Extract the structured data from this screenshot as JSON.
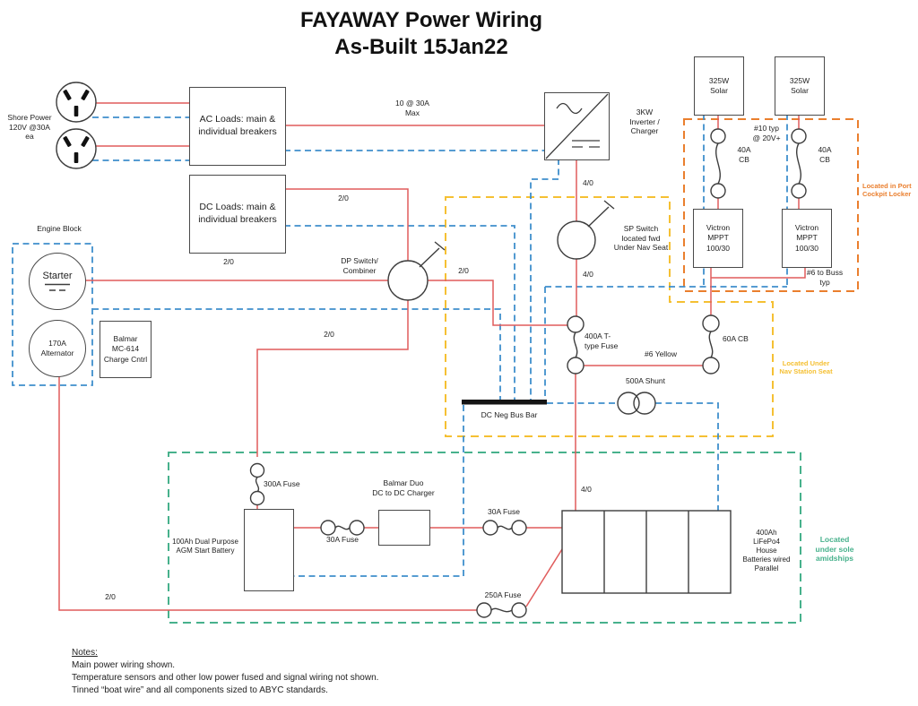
{
  "title": {
    "line1": "FAYAWAY Power Wiring",
    "line2": "As-Built 15Jan22"
  },
  "colors": {
    "wire_pos": "#e05c5c",
    "wire_neg": "#3f8fcc",
    "zone_nav": "#f5c033",
    "zone_cockpit": "#ea7f2e",
    "zone_sole": "#47b18c"
  },
  "labels": {
    "shore_power": "Shore Power\n120V @30A\nea",
    "ac_loads": "AC Loads: main &\nindividual breakers",
    "dc_loads": "DC Loads: main &\nindividual breakers",
    "ac_wire": "10 @ 30A\nMax",
    "inverter": "3KW\nInverter /\nCharger",
    "solar1": "325W\nSolar",
    "solar2": "325W\nSolar",
    "solar_wire": "#10 typ\n@ 20V+",
    "cb40_1": "40A\nCB",
    "cb40_2": "40A\nCB",
    "mppt1": "Victron\nMPPT\n100/30",
    "mppt2": "Victron\nMPPT\n100/30",
    "mppt_wire": "#6 to Buss\ntyp",
    "engine_block": "Engine Block",
    "starter": "Starter",
    "alternator": "170A\nAlternator",
    "balmar_mc614": "Balmar\nMC-614\nCharge Cntrl",
    "dp_switch": "DP Switch/\nCombiner",
    "sp_switch": "SP Switch\nlocated fwd\nUnder Nav Seat",
    "fuse_400a": "400A T-\ntype Fuse",
    "cb_60a": "60A CB",
    "wire_6_yellow": "#6 Yellow",
    "shunt": "500A Shunt",
    "dc_neg_bus": "DC Neg Bus Bar",
    "fuse_300a": "300A Fuse",
    "balmar_duo": "Balmar Duo\nDC to DC Charger",
    "fuse_30a_1": "30A Fuse",
    "fuse_30a_2": "30A Fuse",
    "agm_battery": "100Ah Dual Purpose\nAGM Start Battery",
    "house_bank": "400Ah\nLiFePo4\nHouse\nBatteries wired\nParallel",
    "fuse_250a": "250A Fuse",
    "g2_0": [
      "2/0",
      "2/0",
      "2/0",
      "2/0",
      "2/0"
    ],
    "g4_0": [
      "4/0",
      "4/0",
      "4/0"
    ]
  },
  "zones": {
    "cockpit": "Located in Port\nCockpit Locker",
    "nav": "Located Under\nNav Station Seat",
    "sole": "Located\nunder sole\namidships"
  },
  "notes": {
    "heading": "Notes:",
    "line1": "Main power wiring shown.",
    "line2": "Temperature sensors and other low power fused and signal wiring not shown.",
    "line3": "Tinned “boat wire” and all components sized to ABYC standards."
  }
}
